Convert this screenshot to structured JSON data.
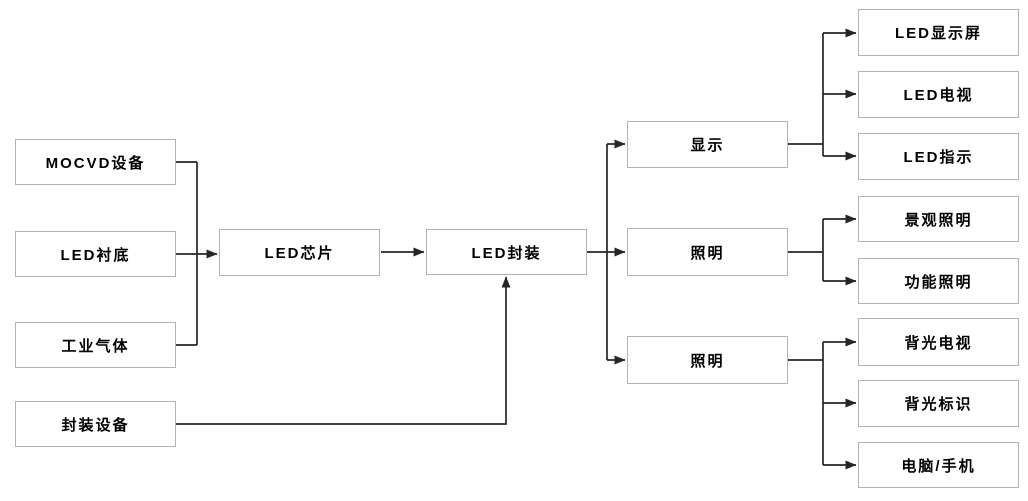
{
  "diagram": {
    "colors": {
      "background": "#ffffff",
      "box_border": "#b3b3b3",
      "line": "#262626",
      "text": "#000000"
    },
    "nodes": {
      "suppliers": [
        {
          "label": "MOCVD设备"
        },
        {
          "label": "LED衬底"
        },
        {
          "label": "工业气体"
        },
        {
          "label": "封装设备"
        }
      ],
      "chip": {
        "label": "LED芯片"
      },
      "package": {
        "label": "LED封装"
      },
      "applications": [
        {
          "label": "显示"
        },
        {
          "label": "照明"
        },
        {
          "label": "照明"
        }
      ],
      "products": [
        {
          "label": "LED显示屏"
        },
        {
          "label": "LED电视"
        },
        {
          "label": "LED指示"
        },
        {
          "label": "景观照明"
        },
        {
          "label": "功能照明"
        },
        {
          "label": "背光电视"
        },
        {
          "label": "背光标识"
        },
        {
          "label": "电脑/手机"
        }
      ]
    }
  }
}
